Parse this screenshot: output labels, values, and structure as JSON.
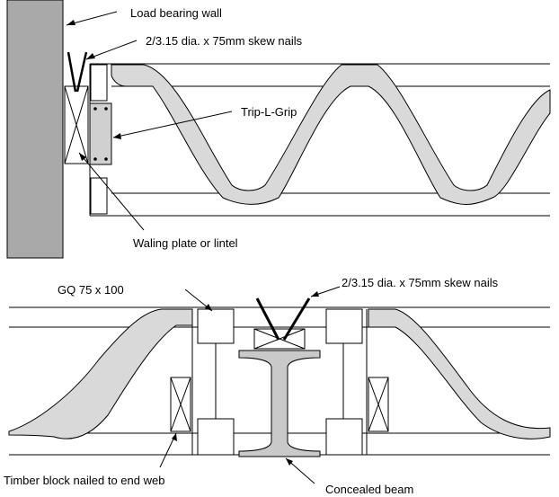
{
  "top_diagram": {
    "wall_label": "Load bearing wall",
    "nails_label": "2/3.15 dia. x 75mm skew nails",
    "connector_label": "Trip-L-Grip",
    "plate_label": "Waling plate or lintel"
  },
  "bottom_diagram": {
    "block_label": "GQ 75 x 100",
    "nails_label": "2/3.15 dia. x 75mm skew nails",
    "timber_label": "Timber block nailed to end web",
    "beam_label": "Concealed beam"
  },
  "colors": {
    "wall": "#a9a9a9",
    "web": "#d9d9d9",
    "beam": "#c9c9c9"
  }
}
